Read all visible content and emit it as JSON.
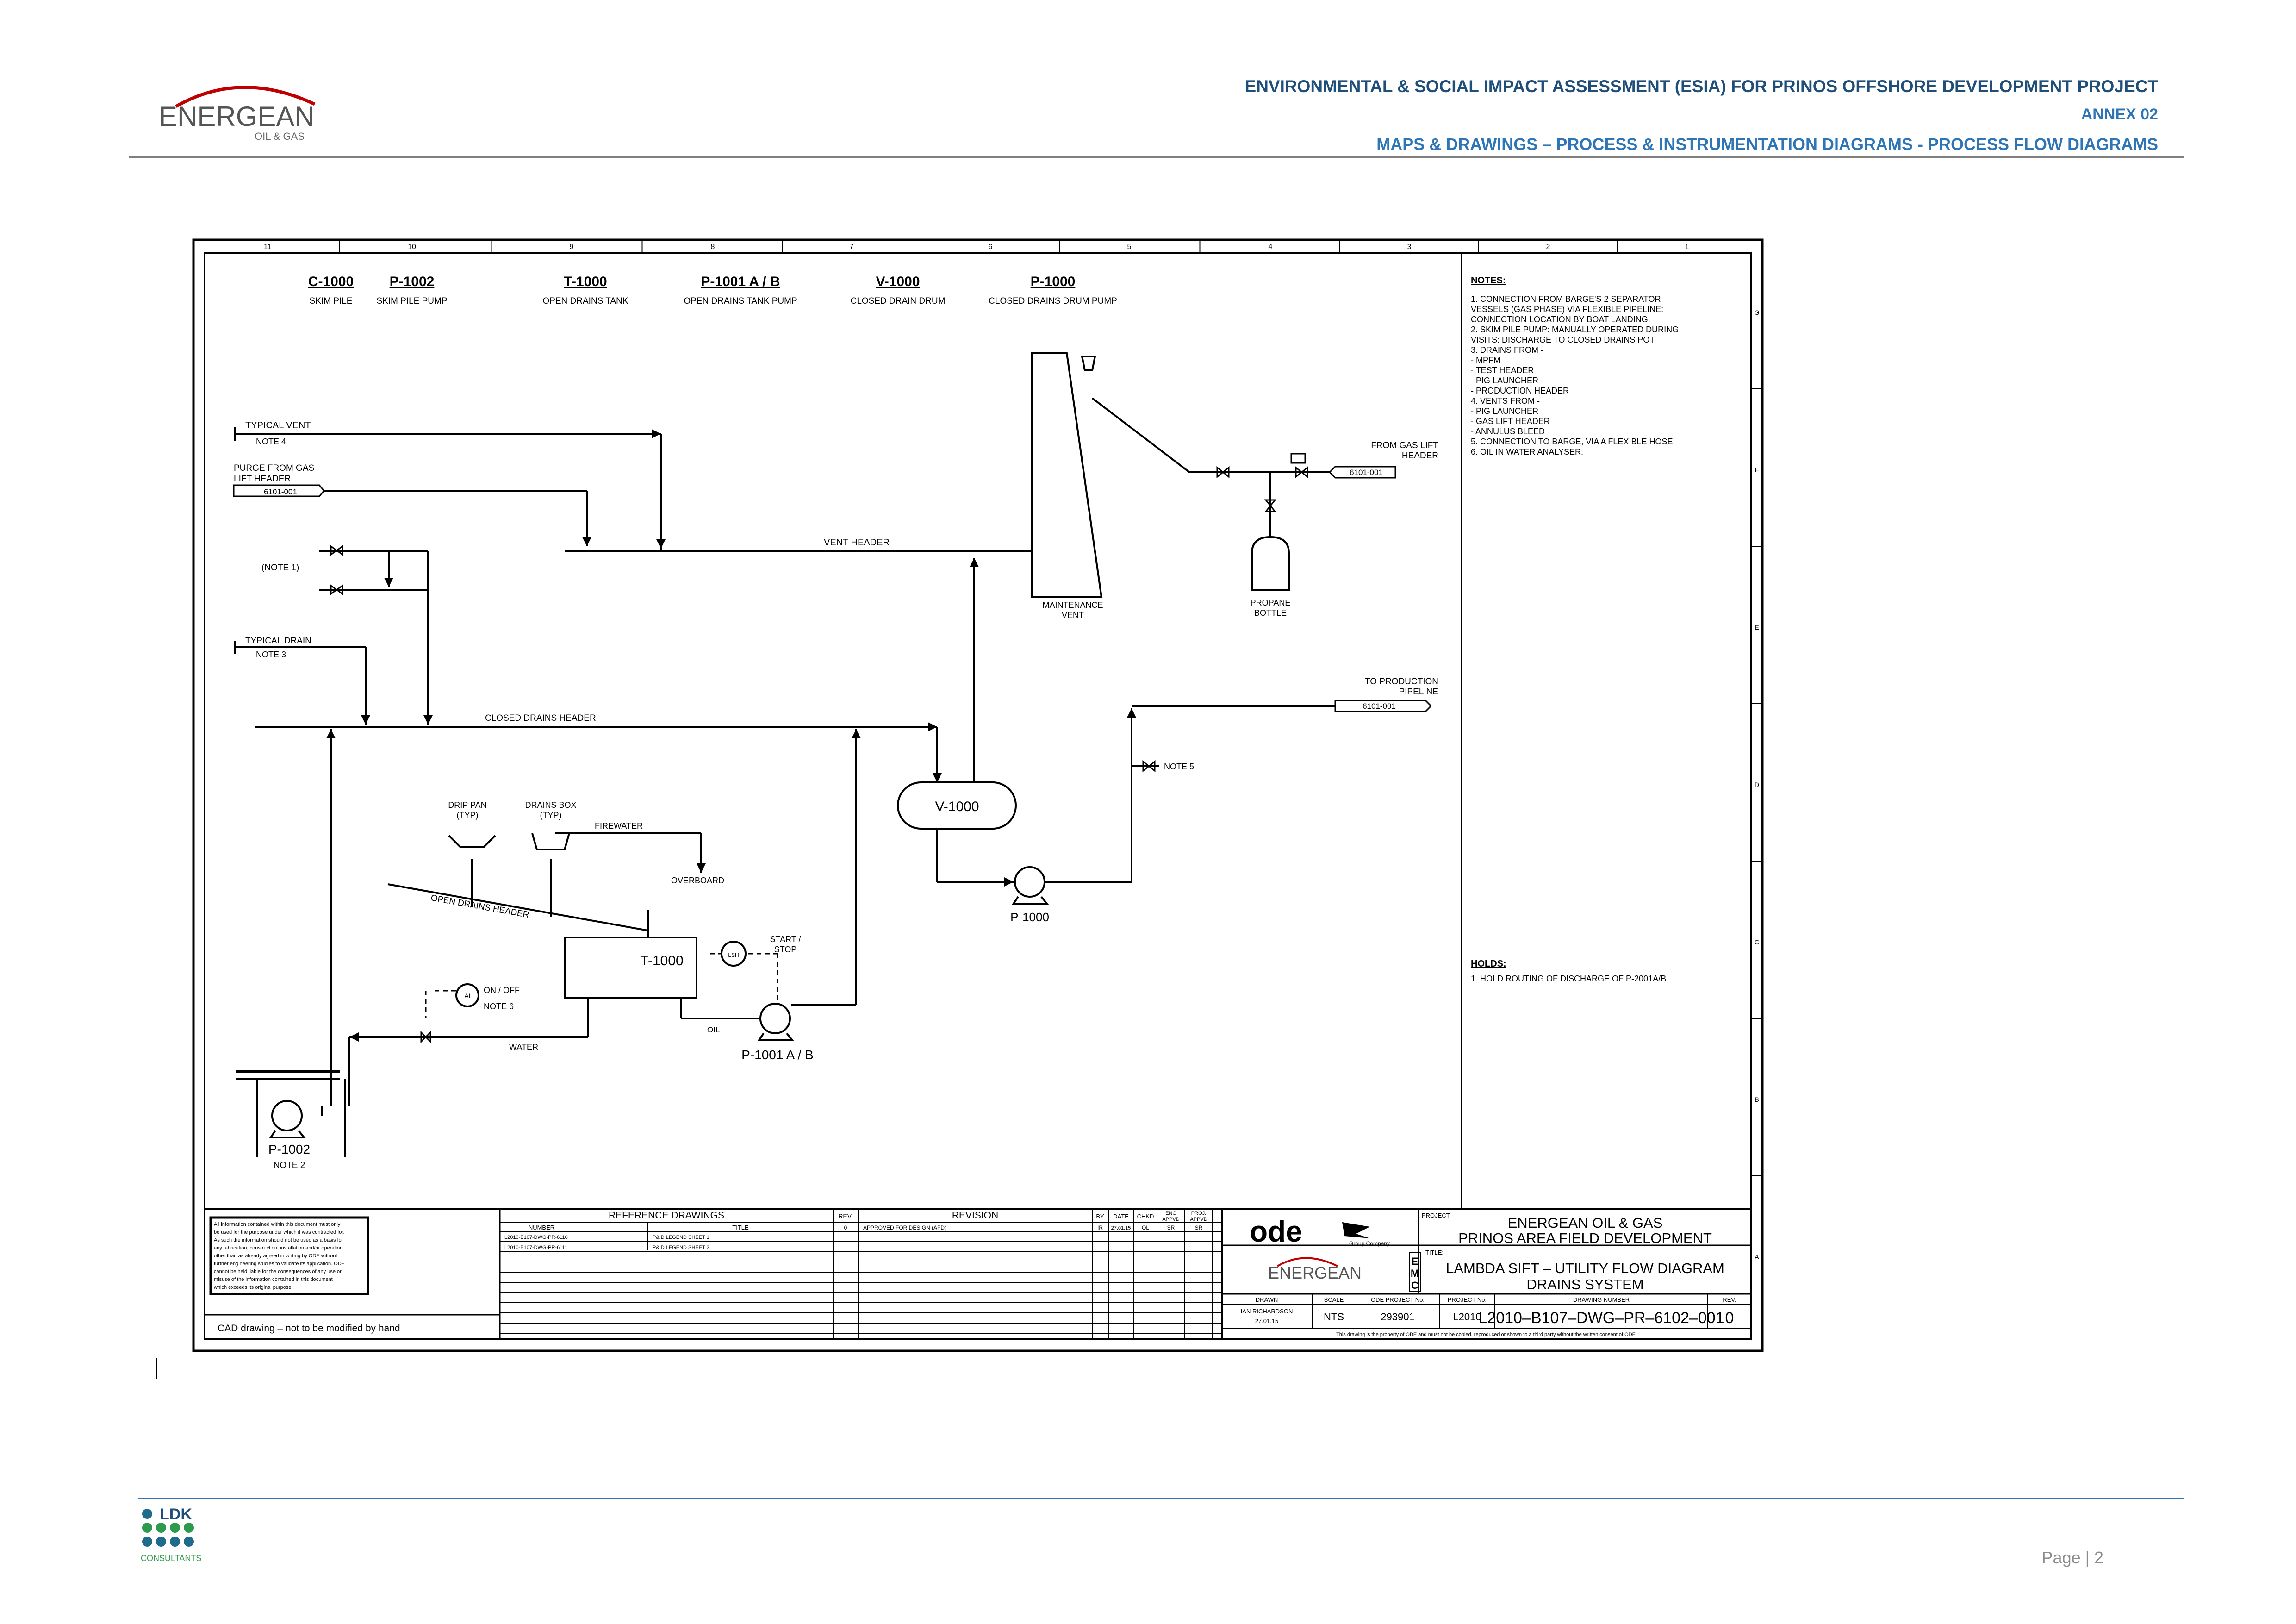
{
  "header": {
    "line1": "ENVIRONMENTAL & SOCIAL IMPACT ASSESSMENT (ESIA) FOR PRINOS OFFSHORE DEVELOPMENT PROJECT",
    "line2": "ANNEX 02",
    "line3": "MAPS & DRAWINGS – PROCESS & INSTRUMENTATION DIAGRAMS  - PROCESS FLOW DIAGRAMS"
  },
  "logo": {
    "name": "ENERGEAN",
    "sub": "OIL & GAS"
  },
  "footer": {
    "consultant_logo": "LDK",
    "consultant_sub": "CONSULTANTS",
    "page": "Page | 2"
  },
  "grid": {
    "columns": [
      "11",
      "10",
      "9",
      "8",
      "7",
      "6",
      "5",
      "4",
      "3",
      "2",
      "1"
    ],
    "rows": [
      "G",
      "F",
      "E",
      "D",
      "C",
      "B",
      "A"
    ]
  },
  "equipment_list": [
    {
      "tag": "C-1000",
      "desc": "SKIM PILE"
    },
    {
      "tag": "P-1002",
      "desc": "SKIM PILE PUMP"
    },
    {
      "tag": "T-1000",
      "desc": "OPEN DRAINS TANK"
    },
    {
      "tag": "P-1001 A / B",
      "desc": "OPEN DRAINS TANK PUMP"
    },
    {
      "tag": "V-1000",
      "desc": "CLOSED DRAIN DRUM"
    },
    {
      "tag": "P-1000",
      "desc": "CLOSED DRAINS DRUM PUMP"
    }
  ],
  "labels": {
    "typical_vent": "TYPICAL VENT",
    "note4": "NOTE 4",
    "purge_1": "PURGE FROM GAS",
    "purge_2": "LIFT HEADER",
    "line_6101": "6101-001",
    "vent_header": "VENT HEADER",
    "note1": "(NOTE 1)",
    "typical_drain": "TYPICAL DRAIN",
    "note3": "NOTE 3",
    "closed_drains_header": "CLOSED DRAINS HEADER",
    "maint_vent_1": "MAINTENANCE",
    "maint_vent_2": "VENT",
    "propane_1": "PROPANE",
    "propane_2": "BOTTLE",
    "gas_lift_1": "FROM GAS LIFT",
    "gas_lift_2": "HEADER",
    "to_prod_1": "TO PRODUCTION",
    "to_prod_2": "PIPELINE",
    "note5": "NOTE 5",
    "v1000": "V-1000",
    "p1000": "P-1000",
    "drip_pan_1": "DRIP PAN",
    "drip_pan_2": "(TYP)",
    "drains_box_1": "DRAINS BOX",
    "drains_box_2": "(TYP)",
    "firewater": "FIREWATER",
    "overboard": "OVERBOARD",
    "open_drains_header": "OPEN DRAINS HEADER",
    "t1000": "T-1000",
    "lsh": "LSH",
    "start_stop_1": "START /",
    "start_stop_2": "STOP",
    "ai": "AI",
    "on_off": "ON / OFF",
    "note6": "NOTE 6",
    "water": "WATER",
    "oil": "OIL",
    "p1001": "P-1001 A / B",
    "p1002": "P-1002",
    "note2": "NOTE 2"
  },
  "notes": {
    "title": "NOTES:",
    "lines": [
      "1.  CONNECTION FROM BARGE'S 2 SEPARATOR",
      "     VESSELS (GAS PHASE) VIA FLEXIBLE PIPELINE:",
      "     CONNECTION LOCATION BY BOAT LANDING.",
      "2.  SKIM PILE PUMP: MANUALLY OPERATED DURING",
      "     VISITS: DISCHARGE TO CLOSED DRAINS POT.",
      "3.  DRAINS FROM -",
      "     - MPFM",
      "     - TEST HEADER",
      "     - PIG LAUNCHER",
      "     - PRODUCTION HEADER",
      "4.  VENTS FROM -",
      "     - PIG LAUNCHER",
      "     - GAS LIFT HEADER",
      "     - ANNULUS BLEED",
      "5.  CONNECTION TO BARGE, VIA A FLEXIBLE HOSE",
      "6.  OIL IN WATER ANALYSER."
    ]
  },
  "holds": {
    "title": "HOLDS:",
    "lines": [
      "1.  HOLD ROUTING OF DISCHARGE OF P-2001A/B."
    ]
  },
  "title_block": {
    "disclaimer": [
      "All information contained within this document must only",
      "be used for the purpose under which it was contracted for.",
      "As such the information should not be used as a basis for",
      "any fabrication, construction, installation and/or operation",
      "other than as already agreed in writing by ODE without",
      "further engineering studies to validate its application. ODE",
      "cannot be held liable for the consequences of any use or",
      "misuse of the information contained in this document",
      "which exceeds its original purpose."
    ],
    "cad_note": "CAD drawing – not to be modified by hand",
    "ref_title": "REFERENCE  DRAWINGS",
    "ref_number_hdr": "NUMBER",
    "ref_title_hdr": "TITLE",
    "refs": [
      {
        "number": "L2010-B107-DWG-PR-6110",
        "title": "P&ID LEGEND SHEET 1"
      },
      {
        "number": "L2010-B107-DWG-PR-6111",
        "title": "P&ID LEGEND SHEET 2"
      }
    ],
    "rev_hdr": "REV.",
    "revision_hdr": "REVISION",
    "by_hdr": "BY",
    "date_hdr": "DATE",
    "chkd_hdr": "CHKD",
    "eng_hdr_1": "ENG",
    "eng_hdr_2": "APPVD",
    "proj_hdr_1": "PROJ.",
    "proj_hdr_2": "APPVD",
    "revisions": [
      {
        "rev": "0",
        "desc": "APPROVED FOR DESIGN (AFD)",
        "by": "IR",
        "date": "27.01.15",
        "chkd": "OL",
        "eng": "SR",
        "proj": "SR"
      }
    ],
    "ode_logo": "ode",
    "ode_sub": "Group Company",
    "emc": [
      "E",
      "M",
      "C"
    ],
    "project_label": "PROJECT:",
    "project_1": "ENERGEAN OIL & GAS",
    "project_2": "PRINOS AREA FIELD DEVELOPMENT",
    "title_label": "TITLE:",
    "title_1": "LAMBDA SIFT – UTILITY FLOW DIAGRAM",
    "title_2": "DRAINS SYSTEM",
    "drawn_hdr": "DRAWN",
    "scale_hdr": "SCALE",
    "ode_proj_hdr": "ODE PROJECT No.",
    "proj_no_hdr": "PROJECT No.",
    "dwg_no_hdr": "DRAWING NUMBER",
    "rev2_hdr": "REV.",
    "drawn_by": "IAN RICHARDSON",
    "drawn_date": "27.01.15",
    "scale": "NTS",
    "ode_proj": "293901",
    "proj_no": "L2010",
    "dwg_no": "L2010–B107–DWG–PR–6102–001",
    "rev": "0",
    "property_note": "This drawing is the property of ODE and must not be copied, reproduced or shown to a third party without the written consent of ODE."
  }
}
